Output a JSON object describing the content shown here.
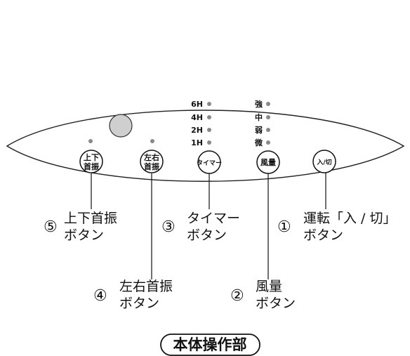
{
  "timer_levels": [
    "6H",
    "4H",
    "2H",
    "1H"
  ],
  "fan_levels": [
    "強",
    "中",
    "弱",
    "微"
  ],
  "buttons": {
    "updown": [
      "上下",
      "首振"
    ],
    "leftright": [
      "左右",
      "首振"
    ],
    "timer": "タイマー",
    "airflow": "風量",
    "power": "入/切"
  },
  "callouts": {
    "c5": {
      "num": "⑤",
      "line1": "上下首振",
      "line2": "ボタン"
    },
    "c3": {
      "num": "③",
      "line1": "タイマー",
      "line2": "ボタン"
    },
    "c1": {
      "num": "①",
      "line1": "運転「入 / 切」",
      "line2": "ボタン"
    },
    "c4": {
      "num": "④",
      "line1": "左右首振",
      "line2": "ボタン"
    },
    "c2": {
      "num": "②",
      "line1": "風量",
      "line2": "ボタン"
    }
  },
  "title": "本体操作部"
}
